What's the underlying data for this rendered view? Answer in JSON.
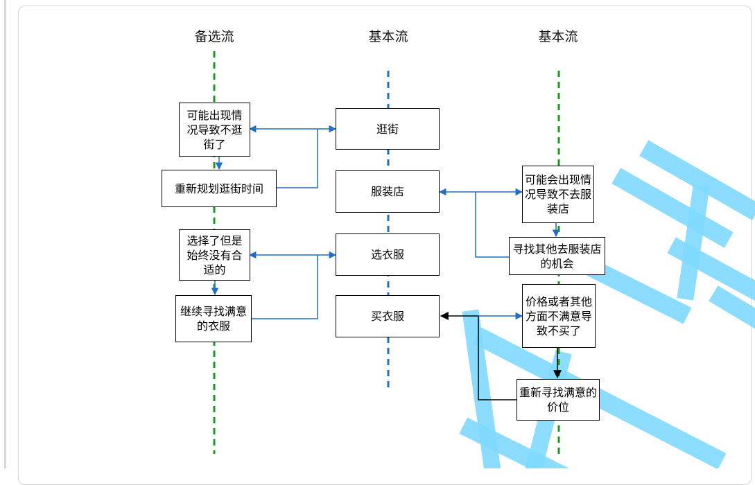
{
  "lanes": {
    "left_title": "备选流",
    "middle_title": "基本流",
    "right_title": "基本流"
  },
  "boxes": {
    "left_1": "可能出现情况导致不逛街了",
    "left_2": "重新规划逛街时间",
    "left_3": "选择了但是始终没有合适的",
    "left_4": "继续寻找满意的衣服",
    "mid_1": "逛街",
    "mid_2": "服装店",
    "mid_3": "选衣服",
    "mid_4": "买衣服",
    "right_1": "可能会出现情况导致不去服装店",
    "right_2": "寻找其他去服装店的机会",
    "right_3": "价格或者其他方面不满意导致不买了",
    "right_4": "重新寻找满意的价位"
  },
  "colors": {
    "green_line": "#1a9a1a",
    "blue_line": "#1f6fc4",
    "connector": "#1f6fc4",
    "watermark": "#7fd9ff"
  }
}
